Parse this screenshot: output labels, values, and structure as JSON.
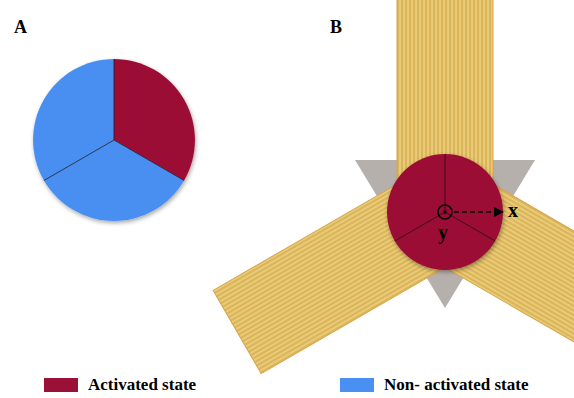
{
  "diagram": {
    "labels": [
      "A",
      "B",
      "x",
      "y"
    ],
    "legend": [
      {
        "text": "Activated state",
        "color": "#9b1036"
      },
      {
        "text": "Non- activated state",
        "color": "#4a8ff2"
      }
    ]
  }
}
